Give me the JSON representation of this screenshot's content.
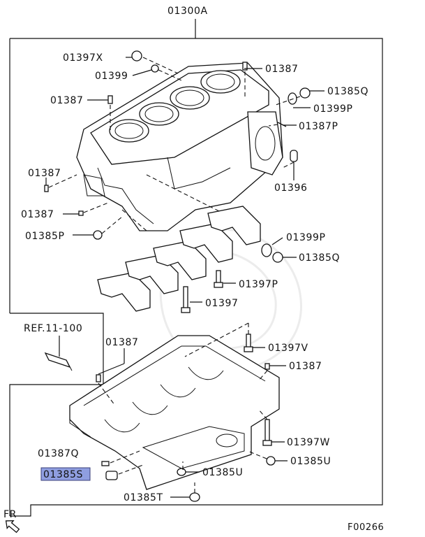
{
  "diagram": {
    "assembly_code": "01300A",
    "figure_code": "F00266",
    "ref_label": "REF.11-100",
    "direction_label": "FR",
    "highlighted_part": "01385S",
    "parts": {
      "p01397X": "01397X",
      "p01399": "01399",
      "p01387_top": "01387",
      "p01387_left": "01387",
      "p01385Q_top": "01385Q",
      "p01399P_top": "01399P",
      "p01387P": "01387P",
      "p01387_mid": "01387",
      "p01396": "01396",
      "p01387_low": "01387",
      "p01385P": "01385P",
      "p01399P_low": "01399P",
      "p01385Q_low": "01385Q",
      "p01397P": "01397P",
      "p01397": "01397",
      "p01387_lower": "01387",
      "p01397V": "01397V",
      "p01387_right": "01387",
      "p01397W": "01397W",
      "p01387Q": "01387Q",
      "p01385U_right": "01385U",
      "p01385S": "01385S",
      "p01385U_mid": "01385U",
      "p01385T": "01385T"
    }
  }
}
